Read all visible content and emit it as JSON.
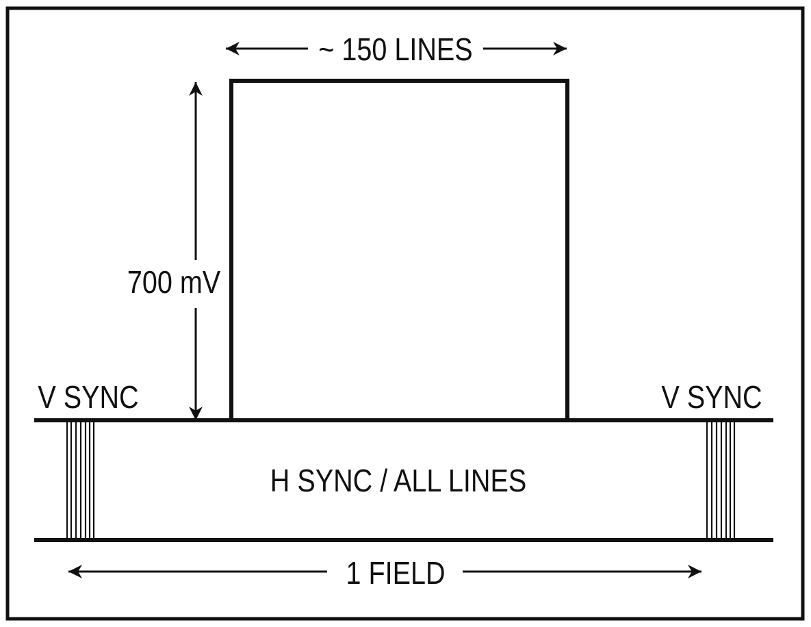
{
  "labels": {
    "top_span": "~ 150 LINES",
    "amplitude": "700 mV",
    "left_vsync": "V SYNC",
    "right_vsync": "V SYNC",
    "center_band": "H SYNC / ALL LINES",
    "bottom_span": "1 FIELD"
  },
  "colors": {
    "ink": "#111111",
    "background": "#ffffff"
  }
}
